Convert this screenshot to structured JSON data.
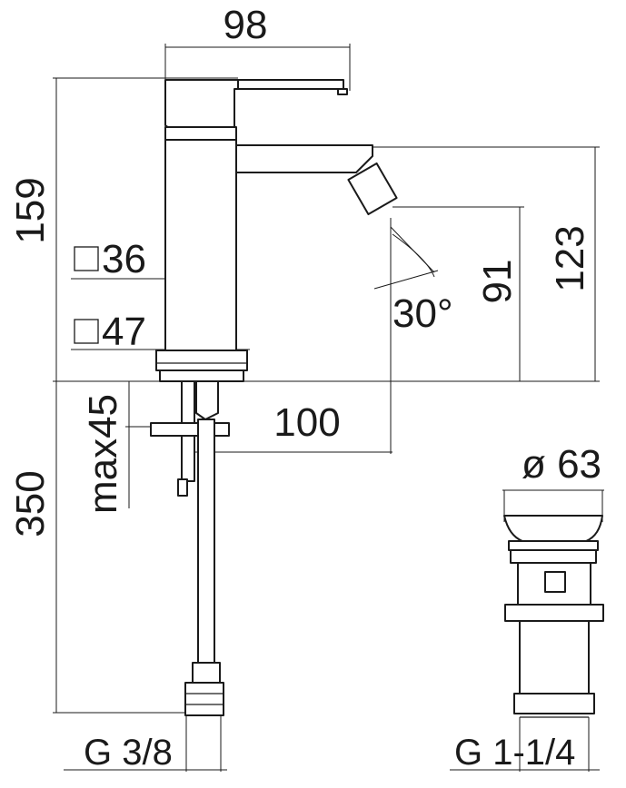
{
  "diagram": {
    "dimensions": {
      "spout_reach": "98",
      "total_height": "159",
      "body_size": "36",
      "base_size": "47",
      "spout_height": "123",
      "outlet_height": "91",
      "jet_angle": "30°",
      "base_to_outlet": "100",
      "max_deck_thickness": "max45",
      "hose_length": "350",
      "waste_diameter": "ø 63",
      "hose_thread": "G 3/8",
      "waste_thread": "G 1-1/4"
    },
    "symbols": {
      "square": "□"
    },
    "line_color": "#1a1a1a",
    "background": "#ffffff"
  }
}
